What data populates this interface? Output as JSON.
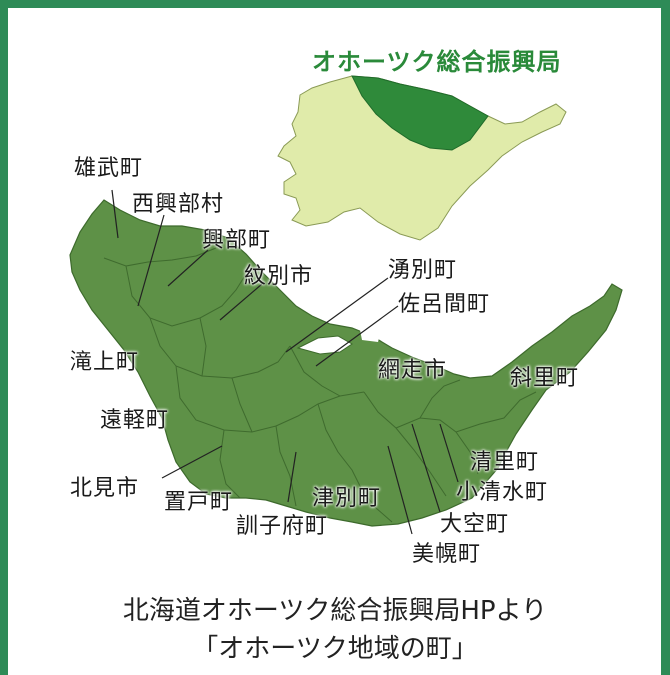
{
  "map_title": "オホーツク総合振興局",
  "towns": {
    "yubetsu_wakka": "湧別町",
    "saroma": "佐呂間町",
    "abashiri": "網走市",
    "shari": "斜里町",
    "kiyosato": "清里町",
    "koshimizu": "小清水町",
    "ozora": "大空町",
    "bihoro": "美幌町",
    "tsubetsu": "津別町",
    "kunneppu": "訓子府町",
    "oketo": "置戸町",
    "kitami": "北見市",
    "engaru": "遠軽町",
    "takinoue": "滝上町",
    "monbetsu": "紋別市",
    "okoppe": "興部町",
    "nishiokoppe": "西興部村",
    "omu": "雄武町"
  },
  "caption": {
    "line1": "北海道オホーツク総合振興局HPより",
    "line2": "「オホーツク地域の町」"
  },
  "colors": {
    "frame": "#2e8b57",
    "region_fill": "#5e9147",
    "hokkaido_fill": "#e0ebaa",
    "highlight_fill": "#2f8a3a",
    "title_text": "#2a8a3a"
  }
}
